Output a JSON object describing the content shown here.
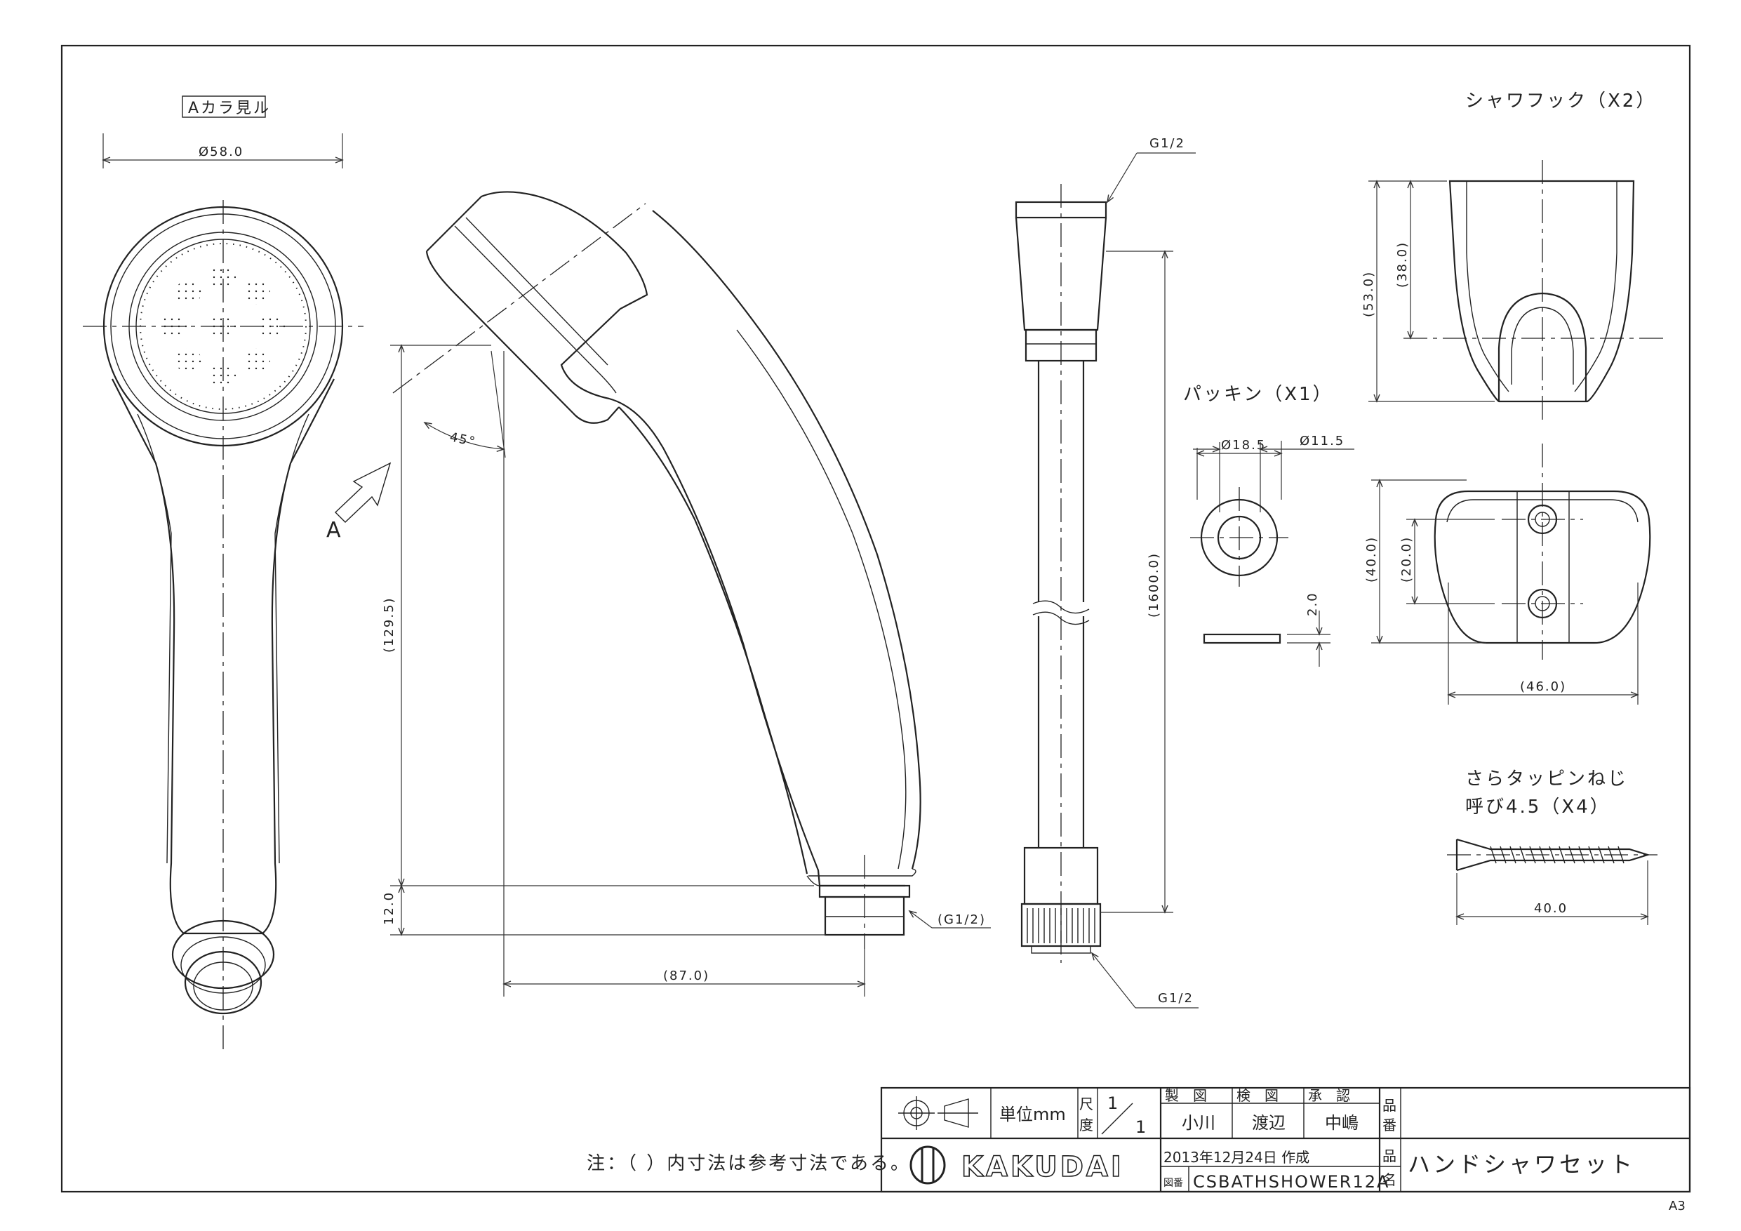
{
  "drawing": {
    "view_a_label": "Aカラ見ル",
    "arrow_label": "A",
    "dims": {
      "head_dia": "Ø58.0",
      "angle": "45°",
      "height_total": "(129.5)",
      "height_thread": "12.0",
      "length": "(87.0)",
      "thread_outlet": "(G1/2)",
      "hose_top_thread": "G1/2",
      "hose_bottom_thread": "G1/2",
      "hose_length": "(1600.0)",
      "packing_od": "Ø18.5",
      "packing_id": "Ø11.5",
      "packing_thk": "2.0",
      "hook_height": "(53.0)",
      "hook_slot": "(38.0)",
      "hook_plate_h": "(40.0)",
      "hook_hole_pitch": "(20.0)",
      "hook_width": "(46.0)",
      "screw_len": "40.0"
    },
    "labels": {
      "hook": "シャワフック（X2）",
      "packing": "パッキン（X1）",
      "screw_line1": "さらタッピンねじ",
      "screw_line2": "呼び4.5（X4）"
    }
  },
  "note": "注：（ ）内寸法は参考寸法である。",
  "title_block": {
    "unit_label": "単位mm",
    "scale_label_1": "尺",
    "scale_label_2": "度",
    "scale_num": "1",
    "scale_den": "1",
    "drawn_label": "製　図",
    "checked_label": "検　図",
    "approved_label": "承　認",
    "drawn_by": "小川",
    "checked_by": "渡辺",
    "approved_by": "中嶋",
    "date": "2013年12月24日 作成",
    "drawing_no_label": "図番",
    "drawing_no": "CSBATHSHOWER12A",
    "part_no_label_1": "品",
    "part_no_label_2": "番",
    "part_name_label_1": "品",
    "part_name_label_2": "名",
    "part_no": "",
    "part_name": "ハンドシャワセット",
    "brand": "KAKUDAI",
    "sheet_size": "A3"
  }
}
